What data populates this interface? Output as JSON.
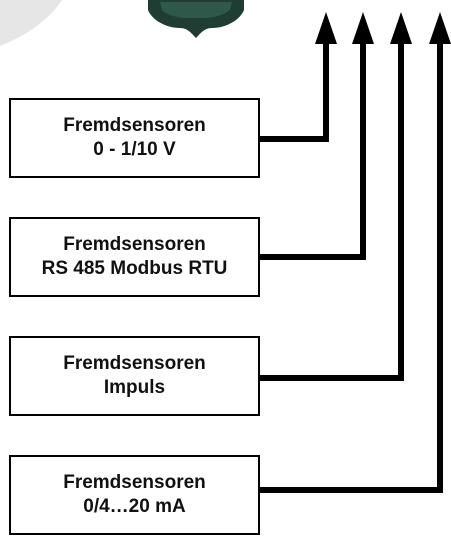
{
  "colors": {
    "line": "#000000",
    "device": "#1f3d33",
    "device_highlight": "#3a6a5a",
    "box_border": "#000000",
    "text": "#111111"
  },
  "sensors": [
    {
      "line1": "Fremdsensoren",
      "line2": "0 - 1/10 V"
    },
    {
      "line1": "Fremdsensoren",
      "line2": "RS 485 Modbus RTU"
    },
    {
      "line1": "Fremdsensoren",
      "line2": "Impuls"
    },
    {
      "line1": "Fremdsensoren",
      "line2": "0/4…20 mA"
    }
  ]
}
